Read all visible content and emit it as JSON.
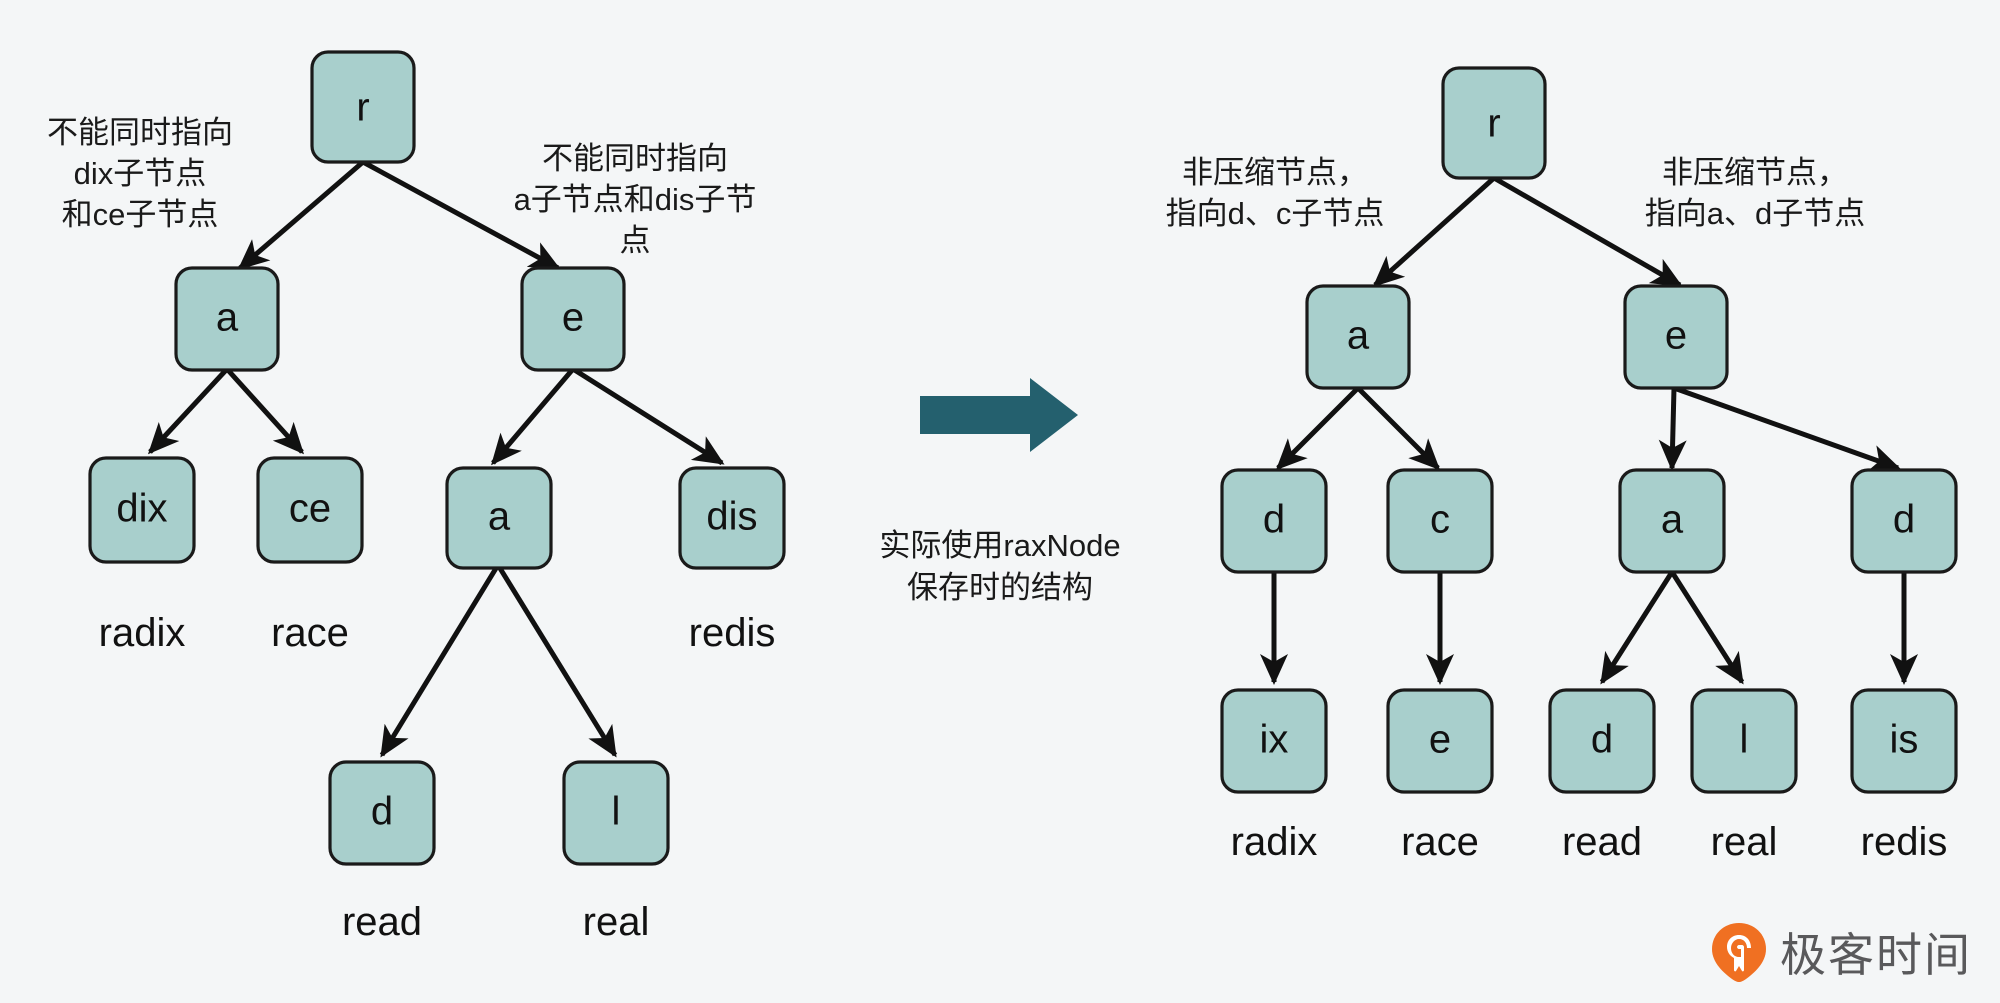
{
  "page": {
    "background": "#f4f6f7",
    "node_fill": "#a8cfcc",
    "node_stroke": "#1a1a1a",
    "edge_color": "#111111",
    "transition_arrow_color": "#24606e"
  },
  "left_diagram": {
    "annotations": [
      {
        "id": "left-note",
        "text": "不能同时指向\ndix子节点\n和ce子节点"
      },
      {
        "id": "right-note",
        "text": "不能同时指向\na子节点和dis子节点"
      }
    ],
    "nodes": [
      {
        "id": "L-r",
        "label": "r"
      },
      {
        "id": "L-a",
        "label": "a"
      },
      {
        "id": "L-e",
        "label": "e"
      },
      {
        "id": "L-dix",
        "label": "dix"
      },
      {
        "id": "L-ce",
        "label": "ce"
      },
      {
        "id": "L-a2",
        "label": "a"
      },
      {
        "id": "L-dis",
        "label": "dis"
      },
      {
        "id": "L-d",
        "label": "d"
      },
      {
        "id": "L-l",
        "label": "l"
      }
    ],
    "words": [
      {
        "id": "L-w-radix",
        "text": "radix"
      },
      {
        "id": "L-w-race",
        "text": "race"
      },
      {
        "id": "L-w-redis",
        "text": "redis"
      },
      {
        "id": "L-w-read",
        "text": "read"
      },
      {
        "id": "L-w-real",
        "text": "real"
      }
    ]
  },
  "transition": {
    "caption": "实际使用raxNode\n保存时的结构"
  },
  "right_diagram": {
    "annotations": [
      {
        "id": "left-note",
        "text": "非压缩节点，\n指向d、c子节点"
      },
      {
        "id": "right-note",
        "text": "非压缩节点，\n指向a、d子节点"
      }
    ],
    "nodes": [
      {
        "id": "R-r",
        "label": "r"
      },
      {
        "id": "R-a",
        "label": "a"
      },
      {
        "id": "R-e",
        "label": "e"
      },
      {
        "id": "R-d1",
        "label": "d"
      },
      {
        "id": "R-c",
        "label": "c"
      },
      {
        "id": "R-a2",
        "label": "a"
      },
      {
        "id": "R-d2",
        "label": "d"
      },
      {
        "id": "R-ix",
        "label": "ix"
      },
      {
        "id": "R-e2",
        "label": "e"
      },
      {
        "id": "R-d3",
        "label": "d"
      },
      {
        "id": "R-l",
        "label": "l"
      },
      {
        "id": "R-is",
        "label": "is"
      }
    ],
    "words": [
      {
        "id": "R-w-radix",
        "text": "radix"
      },
      {
        "id": "R-w-race",
        "text": "race"
      },
      {
        "id": "R-w-read",
        "text": "read"
      },
      {
        "id": "R-w-real",
        "text": "real"
      },
      {
        "id": "R-w-redis",
        "text": "redis"
      }
    ]
  },
  "branding": {
    "logo_text": "极客时间",
    "logo_color": "#f07022"
  }
}
